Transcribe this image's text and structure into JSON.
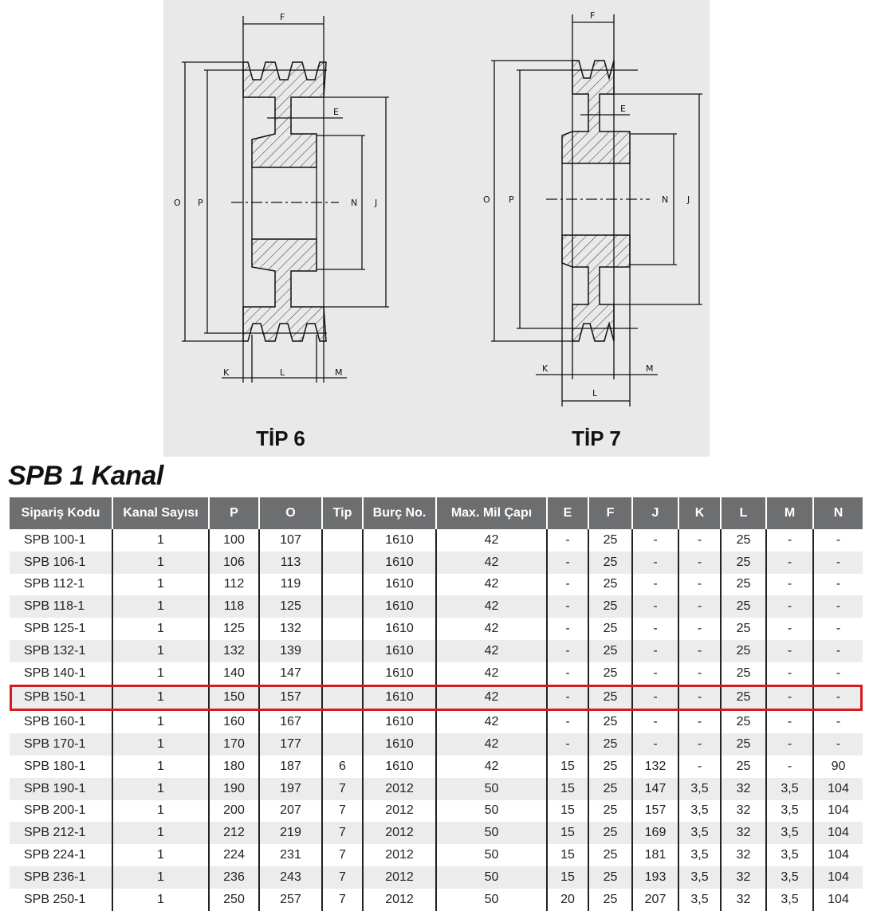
{
  "diagrams": {
    "tip6": {
      "title": "TİP 6",
      "labels": {
        "F": "F",
        "E": "E",
        "O": "O",
        "P": "P",
        "N": "N",
        "J": "J",
        "K": "K",
        "L": "L",
        "M": "M"
      }
    },
    "tip7": {
      "title": "TİP 7",
      "labels": {
        "F": "F",
        "E": "E",
        "O": "O",
        "P": "P",
        "N": "N",
        "J": "J",
        "K": "K",
        "L": "L",
        "M": "M"
      }
    }
  },
  "section_title": "SPB 1 Kanal",
  "table": {
    "headers": [
      "Sipariş Kodu",
      "Kanal Sayısı",
      "P",
      "O",
      "Tip",
      "Burç No.",
      "Max. Mil Çapı",
      "E",
      "F",
      "J",
      "K",
      "L",
      "M",
      "N"
    ],
    "highlighted_row": 7,
    "highlight_color": "#d71920",
    "rows": [
      [
        "SPB 100-1",
        "1",
        "100",
        "107",
        "",
        "1610",
        "42",
        "-",
        "25",
        "-",
        "-",
        "25",
        "-",
        "-"
      ],
      [
        "SPB 106-1",
        "1",
        "106",
        "113",
        "",
        "1610",
        "42",
        "-",
        "25",
        "-",
        "-",
        "25",
        "-",
        "-"
      ],
      [
        "SPB 112-1",
        "1",
        "112",
        "119",
        "",
        "1610",
        "42",
        "-",
        "25",
        "-",
        "-",
        "25",
        "-",
        "-"
      ],
      [
        "SPB 118-1",
        "1",
        "118",
        "125",
        "",
        "1610",
        "42",
        "-",
        "25",
        "-",
        "-",
        "25",
        "-",
        "-"
      ],
      [
        "SPB 125-1",
        "1",
        "125",
        "132",
        "",
        "1610",
        "42",
        "-",
        "25",
        "-",
        "-",
        "25",
        "-",
        "-"
      ],
      [
        "SPB 132-1",
        "1",
        "132",
        "139",
        "",
        "1610",
        "42",
        "-",
        "25",
        "-",
        "-",
        "25",
        "-",
        "-"
      ],
      [
        "SPB 140-1",
        "1",
        "140",
        "147",
        "",
        "1610",
        "42",
        "-",
        "25",
        "-",
        "-",
        "25",
        "-",
        "-"
      ],
      [
        "SPB 150-1",
        "1",
        "150",
        "157",
        "",
        "1610",
        "42",
        "-",
        "25",
        "-",
        "-",
        "25",
        "-",
        "-"
      ],
      [
        "SPB 160-1",
        "1",
        "160",
        "167",
        "",
        "1610",
        "42",
        "-",
        "25",
        "-",
        "-",
        "25",
        "-",
        "-"
      ],
      [
        "SPB 170-1",
        "1",
        "170",
        "177",
        "",
        "1610",
        "42",
        "-",
        "25",
        "-",
        "-",
        "25",
        "-",
        "-"
      ],
      [
        "SPB 180-1",
        "1",
        "180",
        "187",
        "6",
        "1610",
        "42",
        "15",
        "25",
        "132",
        "-",
        "25",
        "-",
        "90"
      ],
      [
        "SPB 190-1",
        "1",
        "190",
        "197",
        "7",
        "2012",
        "50",
        "15",
        "25",
        "147",
        "3,5",
        "32",
        "3,5",
        "104"
      ],
      [
        "SPB 200-1",
        "1",
        "200",
        "207",
        "7",
        "2012",
        "50",
        "15",
        "25",
        "157",
        "3,5",
        "32",
        "3,5",
        "104"
      ],
      [
        "SPB 212-1",
        "1",
        "212",
        "219",
        "7",
        "2012",
        "50",
        "15",
        "25",
        "169",
        "3,5",
        "32",
        "3,5",
        "104"
      ],
      [
        "SPB 224-1",
        "1",
        "224",
        "231",
        "7",
        "2012",
        "50",
        "15",
        "25",
        "181",
        "3,5",
        "32",
        "3,5",
        "104"
      ],
      [
        "SPB 236-1",
        "1",
        "236",
        "243",
        "7",
        "2012",
        "50",
        "15",
        "25",
        "193",
        "3,5",
        "32",
        "3,5",
        "104"
      ],
      [
        "SPB 250-1",
        "1",
        "250",
        "257",
        "7",
        "2012",
        "50",
        "20",
        "25",
        "207",
        "3,5",
        "32",
        "3,5",
        "104"
      ]
    ]
  }
}
